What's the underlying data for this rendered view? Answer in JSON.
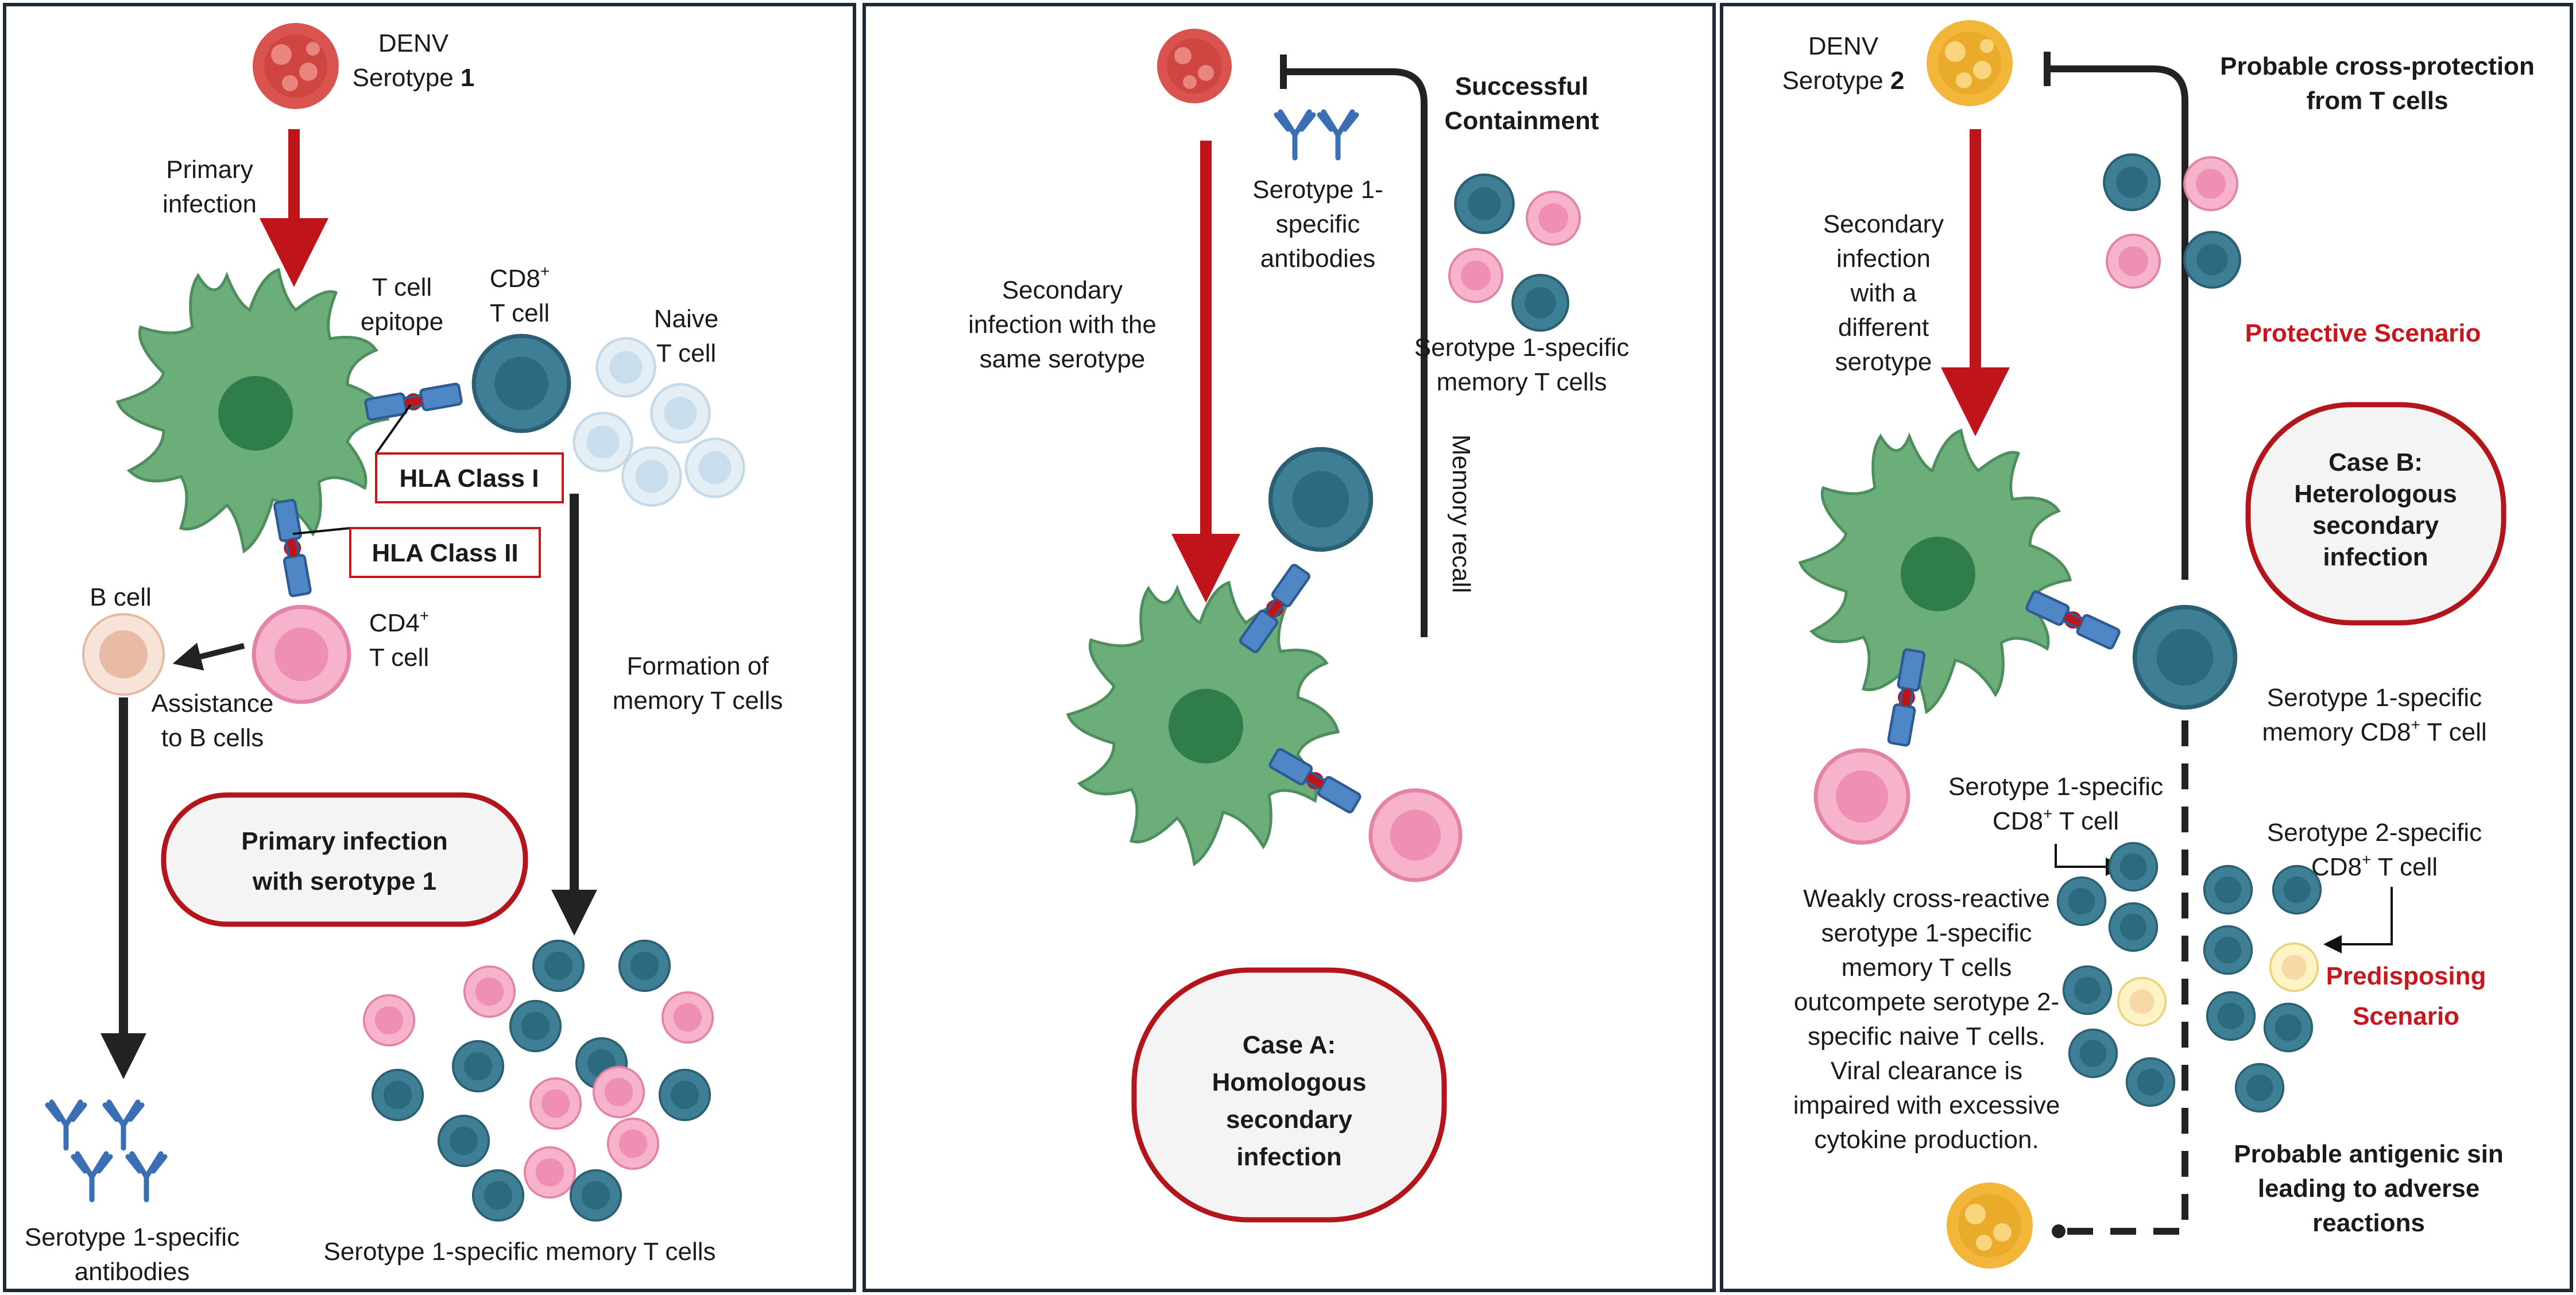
{
  "colors": {
    "panel_border": "#1c2b3a",
    "red_arrow": "#c0141b",
    "black_arrow": "#222222",
    "dendritic": "#6cae7a",
    "dendritic_nucleus": "#2e7d4a",
    "tcell_teal": "#3e7f96",
    "tcell_pink": "#ef8fb3",
    "naive": "#d5e6f0",
    "bcell": "#f3d0bf",
    "antibody": "#3a6fb5",
    "virus1": "#d9534f",
    "virus2": "#f2b73a",
    "pale_yellow": "#fbf0b8",
    "scenario_red": "#c8161d"
  },
  "panel1": {
    "virus_label_line1": "DENV",
    "virus_label_line2": "Serotype",
    "virus_label_num": "1",
    "primary_line1": "Primary",
    "primary_line2": "infection",
    "epitope_line1": "T cell",
    "epitope_line2": "epitope",
    "cd8_line1": "CD8",
    "cd8_sup": "+",
    "cd8_line2": "T cell",
    "naive_line1": "Naive",
    "naive_line2": "T cell",
    "hla1": "HLA Class I",
    "hla2": "HLA Class II",
    "bcell": "B cell",
    "cd4_line1": "CD4",
    "cd4_sup": "+",
    "cd4_line2": "T cell",
    "assist_line1": "Assistance",
    "assist_line2": "to B cells",
    "formation_line1": "Formation of",
    "formation_line2": "memory T cells",
    "box_line1": "Primary infection",
    "box_line2": "with serotype 1",
    "antibodies_line1": "Serotype 1-specific",
    "antibodies_line2": "antibodies",
    "memory_label": "Serotype 1-specific memory T cells"
  },
  "panel2": {
    "containment_line1": "Successful",
    "containment_line2": "Containment",
    "antibodies_line1": "Serotype 1-",
    "antibodies_line2": "specific",
    "antibodies_line3": "antibodies",
    "memory_line1": "Serotype 1-specific",
    "memory_line2": "memory T cells",
    "secondary_line1": "Secondary",
    "secondary_line2": "infection with the",
    "secondary_line3": "same serotype",
    "memory_recall": "Memory recall",
    "case_line1": "Case A:",
    "case_line2": "Homologous",
    "case_line3": "secondary",
    "case_line4": "infection"
  },
  "panel3": {
    "virus_label_line1": "DENV",
    "virus_label_line2": "Serotype",
    "virus_label_num": "2",
    "cross_line1": "Probable cross-protection",
    "cross_line2": "from T cells",
    "secondary_line1": "Secondary",
    "secondary_line2": "infection",
    "secondary_line3": "with a",
    "secondary_line4": "different",
    "secondary_line5": "serotype",
    "protective": "Protective Scenario",
    "case_line1": "Case B:",
    "case_line2": "Heterologous",
    "case_line3": "secondary",
    "case_line4": "infection",
    "memcd8_line1": "Serotype 1-specific",
    "memcd8_line2a": "memory CD8",
    "memcd8_sup": "+",
    "memcd8_line2b": " T cell",
    "s1cd8_line1": "Serotype 1-specific",
    "s1cd8_line2a": "CD8",
    "s1cd8_sup": "+",
    "s1cd8_line2b": " T cell",
    "s2cd8_line1": "Serotype 2-specific",
    "s2cd8_line2a": "CD8",
    "s2cd8_sup": "+",
    "s2cd8_line2b": " T cell",
    "weak_line1": "Weakly cross-reactive",
    "weak_line2": "serotype 1-specific",
    "weak_line3": "memory T cells",
    "weak_line4": "outcompete serotype 2-",
    "weak_line5": "specific naive T cells.",
    "weak_line6": "Viral clearance is",
    "weak_line7": "impaired with excessive",
    "weak_line8": "cytokine production.",
    "predisposing_line1": "Predisposing",
    "predisposing_line2": "Scenario",
    "sin_line1": "Probable antigenic sin",
    "sin_line2": "leading to adverse",
    "sin_line3": "reactions"
  }
}
